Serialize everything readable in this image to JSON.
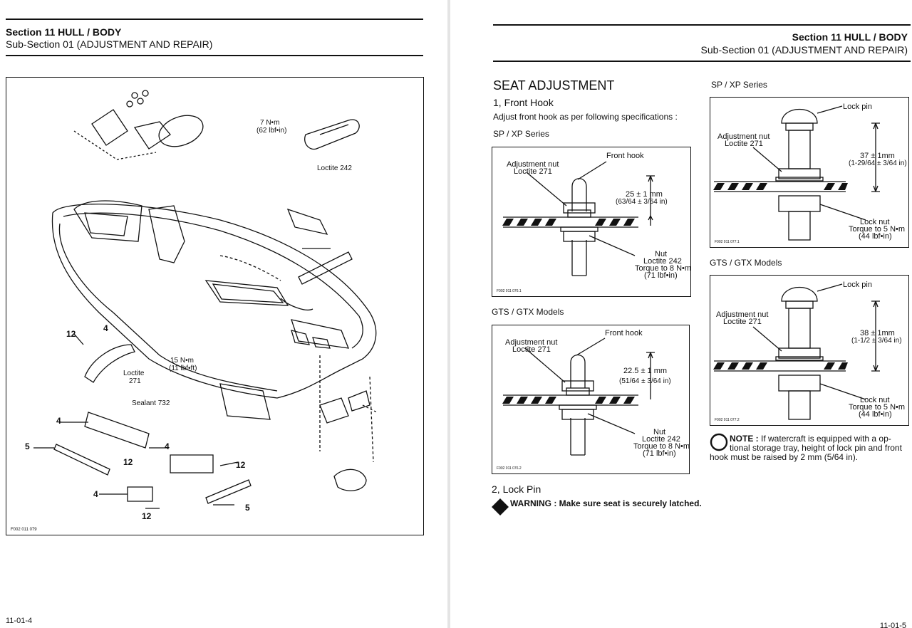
{
  "left_page": {
    "header_section": "Section 11   HULL / BODY",
    "header_subsection": "Sub-Section 01   (ADJUSTMENT AND REPAIR)",
    "page_number": "11-01-4",
    "exploded_view": {
      "torque_upper_nm": "7 N•m",
      "torque_upper_lbf": "(62 lbf•in)",
      "loctite_242": "Loctite 242",
      "torque_lower_nm": "15 N•m",
      "torque_lower_lbf": "(11 lbf•ft)",
      "loctite_271_a": "Loctite",
      "loctite_271_b": "271",
      "sealant": "Sealant 732",
      "callout_12": "12",
      "callout_4": "4",
      "callout_5": "5",
      "figure_id": "F002 011 079"
    }
  },
  "right_page": {
    "header_section": "Section 11   HULL / BODY",
    "header_subsection": "Sub-Section 01   (ADJUSTMENT AND REPAIR)",
    "page_number": "11-01-5",
    "title": "SEAT ADJUSTMENT",
    "front_hook_heading": "1, Front Hook",
    "front_hook_text": "Adjust front hook as per following specifications :",
    "sp_xp_label": "SP / XP Series",
    "gts_gtx_label": "GTS / GTX Models",
    "lock_pin_heading": "2, Lock Pin",
    "warning_text": "WARNING : Make sure seat is securely latched.",
    "lock_pin_sp_label": "SP / XP Series",
    "lock_pin_gts_label": "GTS / GTX Models",
    "note_label": "NOTE :",
    "note_text_1": "If  watercraft  is  equipped  with  a  op-",
    "note_text_2": "tional storage tray, height of lock pin and front",
    "note_text_3": "hook must be raised by 2 mm (5/64 in).",
    "fig_hook_sp": {
      "front_hook": "Front hook",
      "adj_nut": "Adjustment nut",
      "loctite": "Loctite 271",
      "dim1": "25 ± 1 mm",
      "dim2": "(63/64 ± 3/64 in)",
      "nut": "Nut",
      "nut_loctite": "Loctite 242",
      "torque": "Torque to 8 N•m",
      "torque_in": "(71 lbf•in)",
      "fig_id": "F002 011 076.1"
    },
    "fig_hook_gts": {
      "front_hook": "Front hook",
      "adj_nut": "Adjustment nut",
      "loctite": "Loctite 271",
      "dim1": "22.5 ± 1 mm",
      "dim2": "(51/64 ± 3/64 in)",
      "nut": "Nut",
      "nut_loctite": "Loctite 242",
      "torque": "Torque to 8 N•m",
      "torque_in": "(71 lbf•in)",
      "fig_id": "F002 011 076.2"
    },
    "fig_pin_sp": {
      "lock_pin": "Lock pin",
      "adj_nut": "Adjustment nut",
      "loctite": "Loctite 271",
      "dim1": "37 ± 1mm",
      "dim2": "(1-29/64 ± 3/64 in)",
      "lock_nut": "Lock nut",
      "torque": "Torque to 5 N•m",
      "torque_in": "(44 lbf•in)",
      "fig_id": "F002 011 077.1"
    },
    "fig_pin_gts": {
      "lock_pin": "Lock pin",
      "adj_nut": "Adjustment nut",
      "loctite": "Loctite 271",
      "dim1": "38 ± 1mm",
      "dim2": "(1-1/2 ± 3/64 in)",
      "lock_nut": "Lock nut",
      "torque": "Torque to 5 N•m",
      "torque_in": "(44 lbf•in)",
      "fig_id": "F002 011 077.2"
    }
  }
}
